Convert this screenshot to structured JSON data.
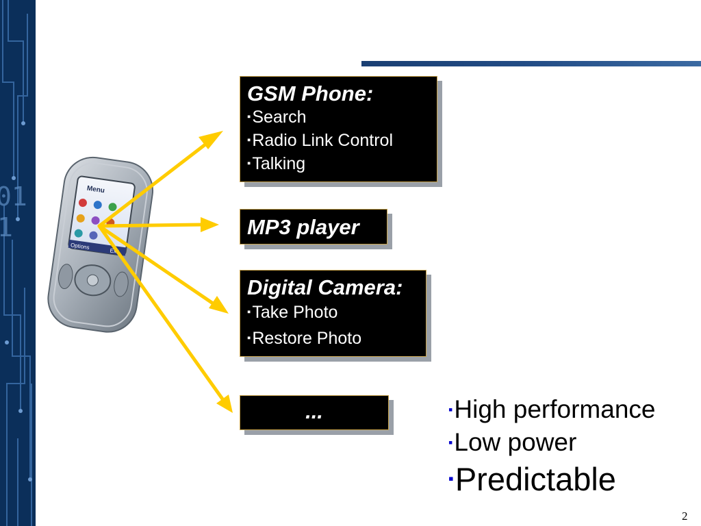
{
  "colors": {
    "arrow": "#ffcc00",
    "box_bg": "#000000",
    "box_text": "#ffffff",
    "bullet_blue": "#0000cc",
    "strip": "#0b2f5a"
  },
  "boxes": {
    "gsm": {
      "title": "GSM Phone:",
      "items": [
        "Search",
        "Radio Link Control",
        "Talking"
      ]
    },
    "mp3": {
      "title": "MP3 player"
    },
    "camera": {
      "title": "Digital Camera:",
      "items": [
        "Take Photo",
        "Restore Photo"
      ]
    },
    "more": {
      "title": "..."
    }
  },
  "properties": [
    "High performance",
    "Low power",
    "Predictable"
  ],
  "bullet_glyph": "▪",
  "page_number": "2",
  "phone": {
    "screen_title": "Menu",
    "softkey_left": "Options",
    "softkey_right": "Exit"
  }
}
